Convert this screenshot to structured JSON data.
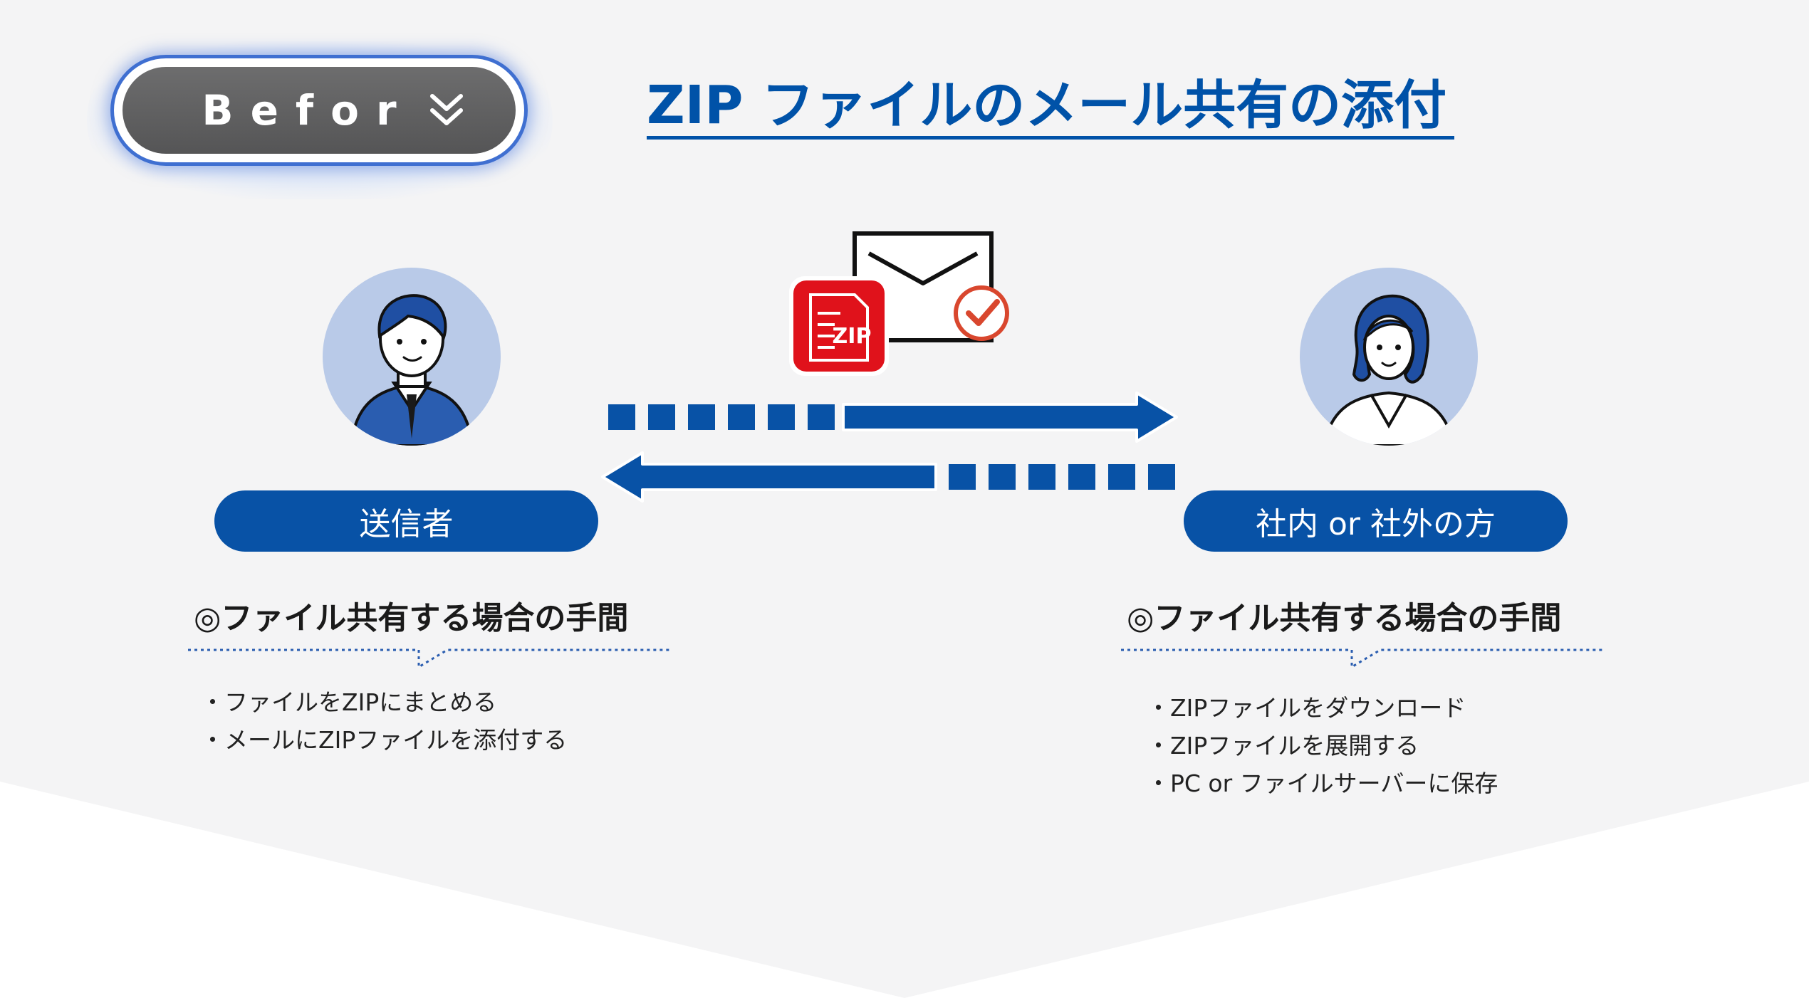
{
  "badge": {
    "label": "Befor",
    "icon": "double-chevron-down-icon"
  },
  "title": "ZIP ファイルのメール共有の添付",
  "illustration": {
    "zip_icon_label": "ZIP",
    "icons": [
      "envelope-icon",
      "check-circle-icon",
      "zip-file-icon"
    ]
  },
  "roles": {
    "sender": "送信者",
    "recipient": "社内 or 社外の方"
  },
  "sections": {
    "left": {
      "heading": "◎ファイル共有する場合の手間",
      "steps": [
        "・ファイルをZIPにまとめる",
        "・メールにZIPファイルを添付する"
      ]
    },
    "right": {
      "heading": "◎ファイル共有する場合の手間",
      "steps": [
        "・ZIPファイルをダウンロード",
        "・ZIPファイルを展開する",
        "・PC or ファイルサーバーに保存"
      ]
    }
  },
  "colors": {
    "accent_blue": "#0052a8",
    "pill_blue": "#0852a6",
    "avatar_bg": "#b9cae8",
    "zip_red": "#e0121b",
    "check_red": "#d9472e",
    "page_gray": "#f4f4f5"
  }
}
